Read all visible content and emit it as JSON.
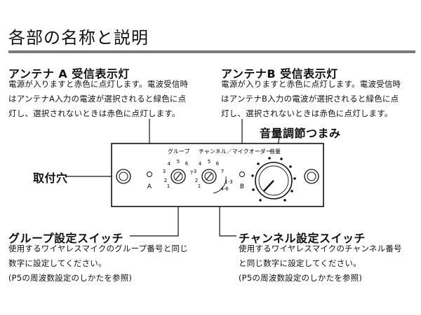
{
  "page": {
    "title": "各部の名称と説明"
  },
  "antenna_a": {
    "heading": "アンテナ A 受信表示灯",
    "lines": [
      "電源が入りますと赤色に点灯します。電波受信時",
      "はアンテナA入力の電波が選択されると緑色に点",
      "灯し、選択されないときは赤色に点灯します。"
    ]
  },
  "antenna_b": {
    "heading": "アンテナB 受信表示灯",
    "lines": [
      "電源が入りますと赤色に点灯します。電波受信時",
      "はアンテナB入力の電波が選択されると緑色に点",
      "灯し、選択されないときは赤色に点灯します。"
    ]
  },
  "volume": {
    "heading": "音量調節つまみ"
  },
  "mount_hole": {
    "heading": "取付穴"
  },
  "group_switch": {
    "heading": "グループ設定スイッチ",
    "lines": [
      "使用するワイヤレスマイクのグループ番号と同じ",
      "数字に設定してください。",
      "(P5の周波数設定のしかたを参照)"
    ]
  },
  "channel_switch": {
    "heading": "チャンネル設定スイッチ",
    "lines": [
      "使用するワイヤレスマイクのチャンネル番号",
      "と同じ数字に設定してください。",
      "(P5の周波数設定のしかたを参照)"
    ]
  },
  "panel": {
    "label_group": "グループ",
    "label_channel": "チャンネル／マイクオーダー",
    "label_volume": "音量",
    "led_a": "A",
    "led_b": "B",
    "group_marks": [
      "1",
      "2",
      "3",
      "4",
      "5",
      "6",
      "7"
    ],
    "channel_marks": [
      "1",
      "2",
      "3",
      "4",
      "5",
      "6",
      "7"
    ],
    "channel_order": [
      "1-3",
      "4-6"
    ]
  }
}
